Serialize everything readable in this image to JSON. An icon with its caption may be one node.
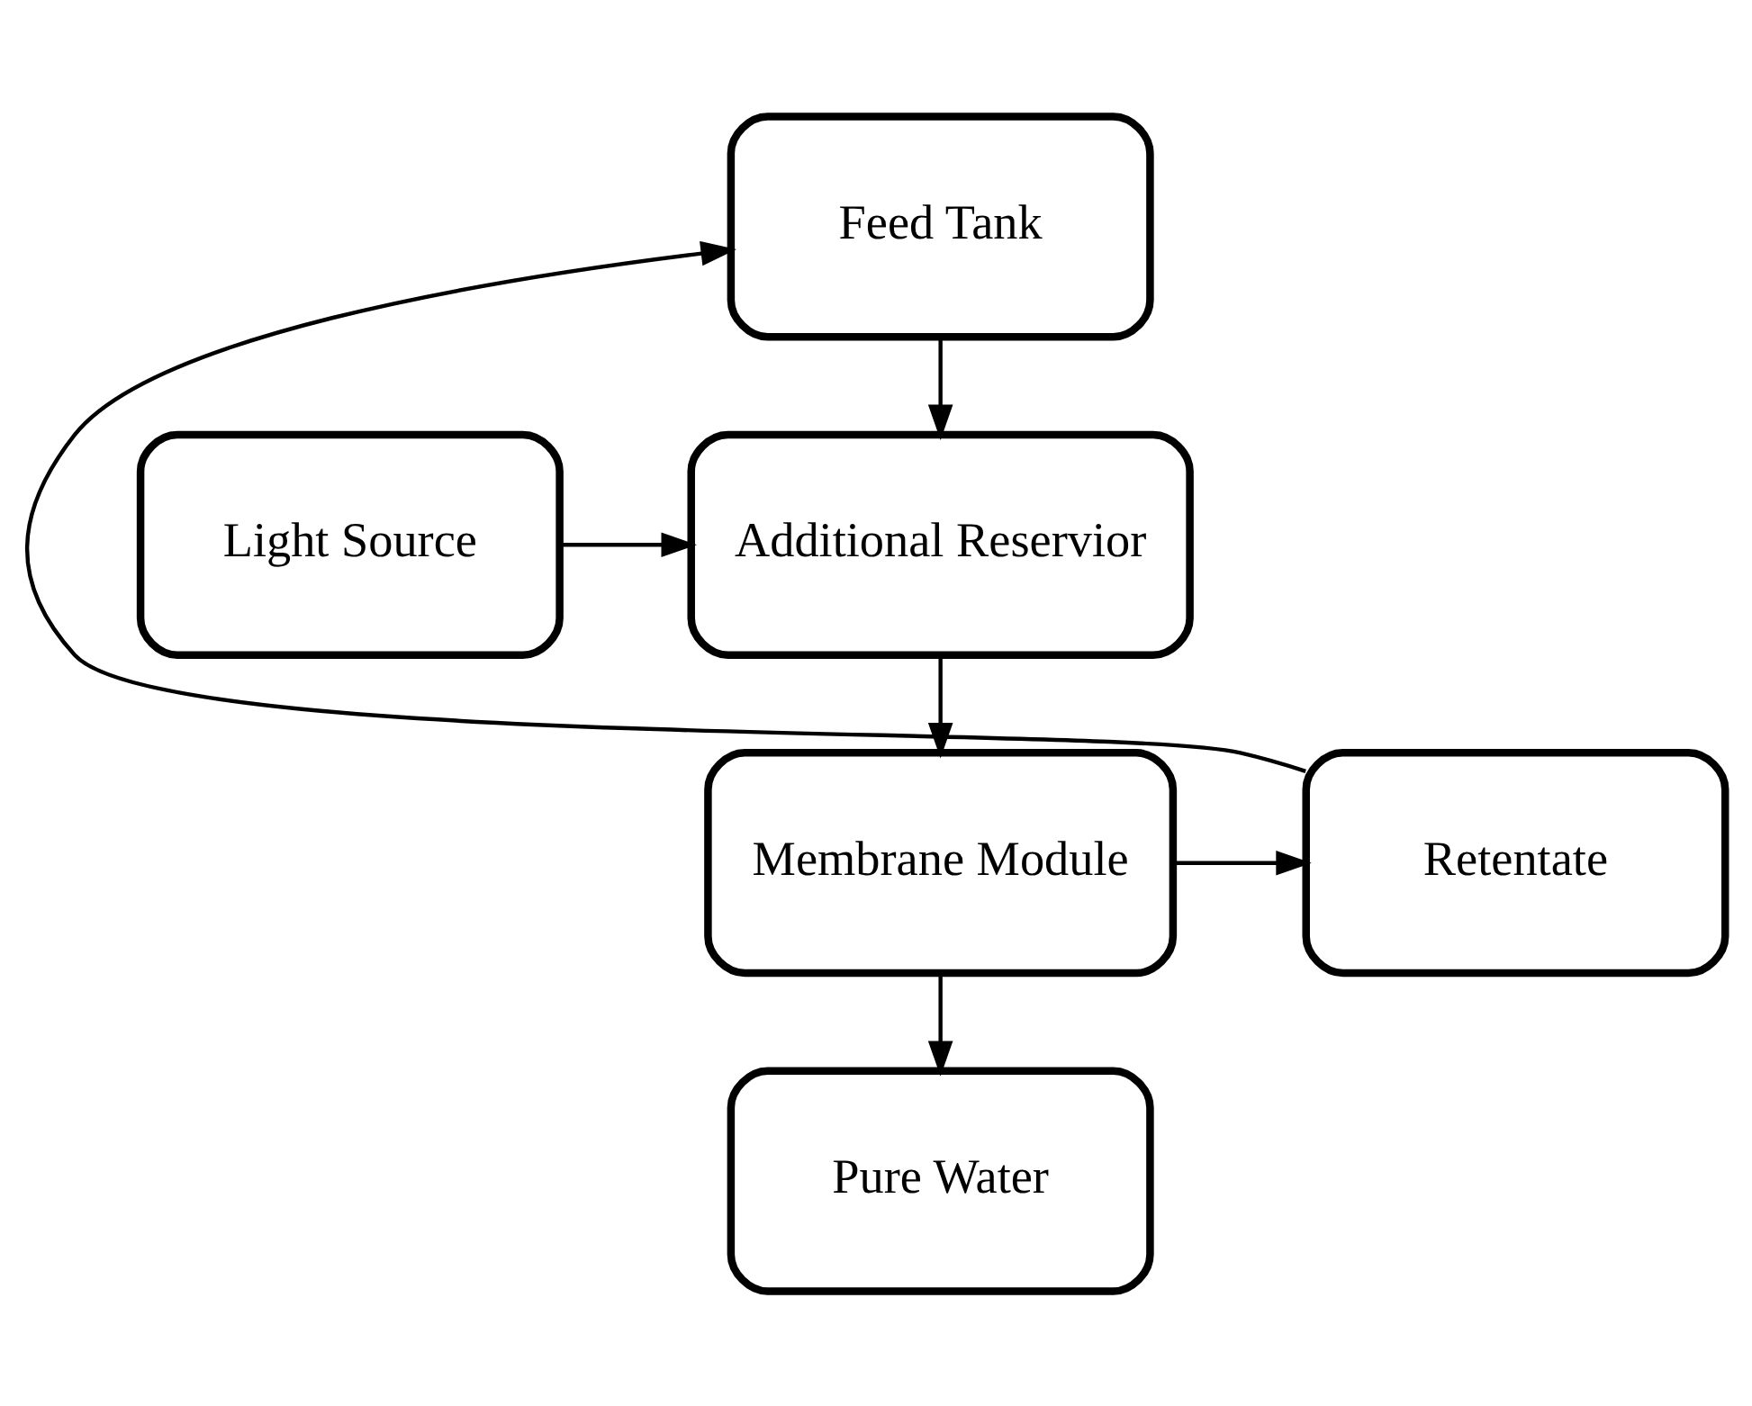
{
  "diagram": {
    "nodes": [
      {
        "text": [
          "Feed Tank"
        ]
      },
      {
        "text": [
          "Light Source"
        ]
      },
      {
        "text": [
          "Additional Reservior"
        ]
      },
      {
        "text": [
          "Membrane Module"
        ]
      },
      {
        "text": [
          "Retentate"
        ]
      },
      {
        "text": [
          "Pure Water"
        ]
      }
    ],
    "edges": [
      {
        "from": 0,
        "to": 2,
        "arrow": "to"
      },
      {
        "from": 1,
        "to": 2,
        "arrow": "to"
      },
      {
        "from": 2,
        "to": 3,
        "arrow": "to"
      },
      {
        "from": 3,
        "to": 4,
        "arrow": "to"
      },
      {
        "from": 4,
        "to": 0,
        "arrow": "to"
      },
      {
        "from": 3,
        "to": 5,
        "arrow": "to"
      }
    ]
  }
}
